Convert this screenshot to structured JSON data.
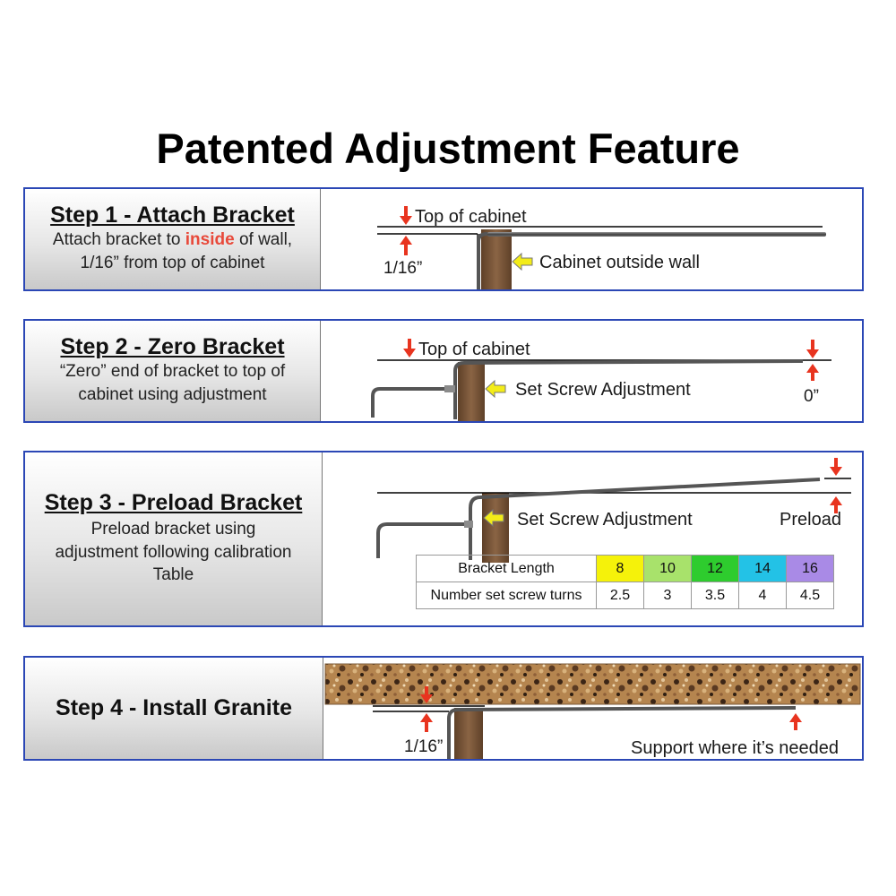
{
  "title": "Patented Adjustment Feature",
  "steps": [
    {
      "heading": "Step 1 - Attach Bracket",
      "desc_a": "Attach bracket to ",
      "desc_highlight": "inside",
      "desc_b": " of wall,",
      "desc_line2": "1/16” from top of cabinet",
      "labels": {
        "top": "Top of cabinet",
        "gap": "1/16”",
        "wall": "Cabinet outside wall"
      }
    },
    {
      "heading": "Step 2 - Zero Bracket",
      "desc_line1": "“Zero” end of bracket to top of",
      "desc_line2": "cabinet using adjustment",
      "labels": {
        "top": "Top of cabinet",
        "screw": "Set Screw Adjustment",
        "zero": "0”"
      }
    },
    {
      "heading": "Step 3 - Preload Bracket",
      "desc_line1": "Preload bracket using",
      "desc_line2": "adjustment following calibration",
      "desc_line3": "Table",
      "labels": {
        "screw": "Set Screw Adjustment",
        "preload": "Preload"
      },
      "table": {
        "row1_header": "Bracket Length",
        "row2_header": "Number set screw turns",
        "lengths": [
          "8",
          "10",
          "12",
          "14",
          "16"
        ],
        "turns": [
          "2.5",
          "3",
          "3.5",
          "4",
          "4.5"
        ],
        "colors": [
          "#f5f20a",
          "#a8e26b",
          "#2ecc2e",
          "#23c2e6",
          "#a98ae6"
        ]
      }
    },
    {
      "heading": "Step 4 - Install Granite",
      "labels": {
        "gap": "1/16”",
        "support": "Support where it’s needed"
      }
    }
  ],
  "colors": {
    "panel_border": "#2b47b5",
    "arrow_red": "#e8341f",
    "arrow_yellow": "#f3ec18",
    "wood": "#7a5638",
    "highlight": "#e8493a"
  }
}
